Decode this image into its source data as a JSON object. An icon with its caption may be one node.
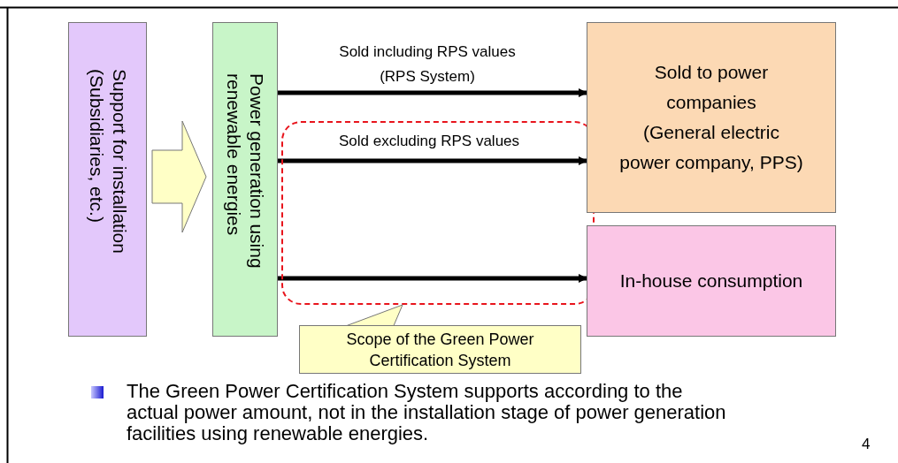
{
  "diagram": {
    "nodes": [
      {
        "text": [
          "Support for installation (Subsidiaries, etc.)"
        ]
      },
      {
        "text": [
          "Power generation using renewable energies"
        ]
      },
      {
        "text": [
          "Sold to power companies",
          "(General electric power company, PPS)"
        ]
      },
      {
        "text": [
          "In-house consumption"
        ]
      },
      {
        "text": [
          "Scope of the Green Power Certification System"
        ]
      }
    ],
    "edges": [
      {
        "from": 0,
        "to": 1,
        "arrow": "to",
        "style": "thick"
      },
      {
        "from": 1,
        "to": 2,
        "arrow": "to",
        "label": "Sold including RPS values (RPS System)"
      },
      {
        "from": 1,
        "to": 2,
        "arrow": "to",
        "label": "Sold excluding RPS values"
      },
      {
        "from": 1,
        "to": 3,
        "arrow": "to"
      },
      {
        "from": 4,
        "to": null,
        "arrow": "to"
      }
    ],
    "labels": [
      "The Green Power Certification System supports according to the actual power amount, not in the installation stage of power generation facilities using renewable energies.",
      "4"
    ]
  }
}
